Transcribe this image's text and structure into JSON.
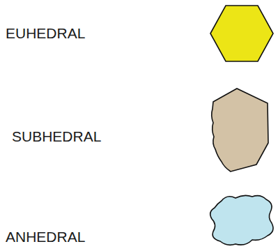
{
  "diagram": {
    "labels": [
      "EUHEDRAL",
      "SUBHEDRAL",
      "ANHEDRAL"
    ]
  }
}
